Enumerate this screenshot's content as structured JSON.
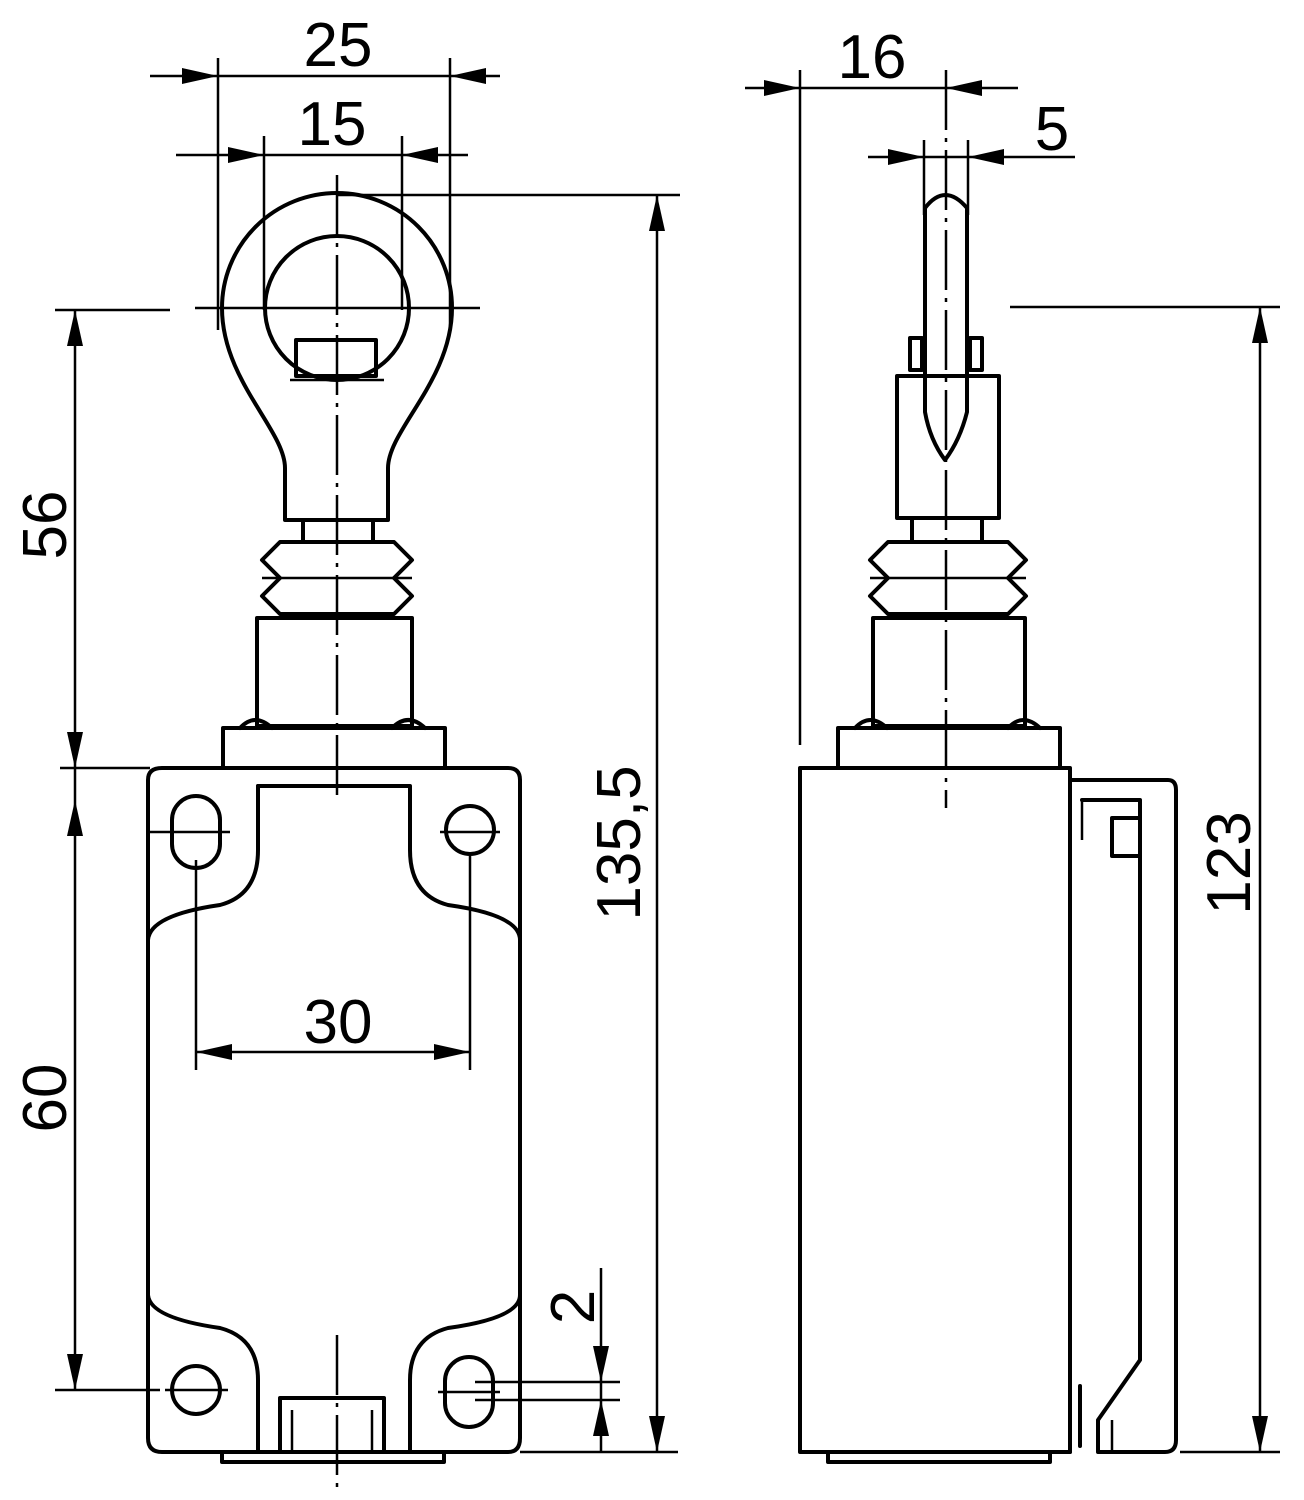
{
  "dimensions": {
    "eye_outer_width": "25",
    "eye_inner_width": "15",
    "upper_height": "56",
    "lower_height": "60",
    "overall_height": "135,5",
    "hole_spacing": "30",
    "offset": "2",
    "side_depth": "16",
    "eye_thickness": "5",
    "side_height": "123"
  },
  "colors": {
    "line": "#000000",
    "background": "#ffffff"
  }
}
